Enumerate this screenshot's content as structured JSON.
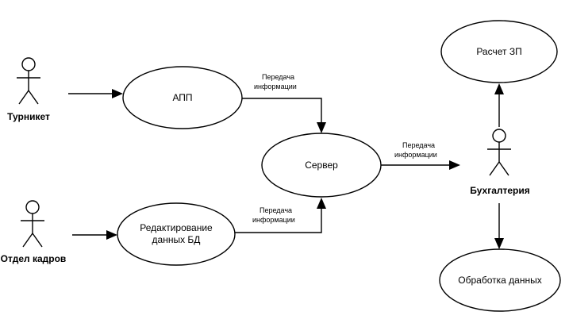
{
  "actors": {
    "turnstile": "Турникет",
    "hr": "Отдел кадров",
    "accounting": "Бухгалтерия"
  },
  "usecases": {
    "app": "АПП",
    "server": "Сервер",
    "edit_db_line1": "Редактирование",
    "edit_db_line2": "данных БД",
    "salary": "Расчет ЗП",
    "processing": "Обработка данных"
  },
  "edges": {
    "app_server_l1": "Передача",
    "app_server_l2": "информации",
    "edit_server_l1": "Передача",
    "edit_server_l2": "информации",
    "server_acc_l1": "Передача",
    "server_acc_l2": "информации"
  }
}
